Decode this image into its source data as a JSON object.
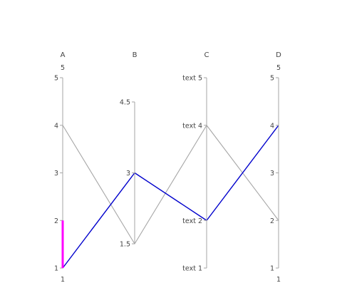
{
  "chart_data": {
    "type": "parallel_coordinates",
    "dimensions": [
      {
        "label": "A",
        "range": [
          1,
          5
        ],
        "range_labels": [
          "5",
          "1"
        ],
        "ticks": [
          {
            "v": 5,
            "t": "5"
          },
          {
            "v": 4,
            "t": "4"
          },
          {
            "v": 3,
            "t": "3"
          },
          {
            "v": 2,
            "t": "2"
          },
          {
            "v": 1,
            "t": "1"
          }
        ],
        "constraint_range": [
          1,
          2
        ]
      },
      {
        "label": "B",
        "range": [
          1.5,
          4.5
        ],
        "range_labels": [],
        "ticks": [
          {
            "v": 4.5,
            "t": "4.5"
          },
          {
            "v": 3,
            "t": "3"
          },
          {
            "v": 1.5,
            "t": "1.5"
          }
        ]
      },
      {
        "label": "C",
        "range": [
          1,
          5
        ],
        "range_labels": [],
        "ticks": [
          {
            "v": 5,
            "t": "text 5"
          },
          {
            "v": 4,
            "t": "text 4"
          },
          {
            "v": 2,
            "t": "text 2"
          },
          {
            "v": 1,
            "t": "text 1"
          }
        ]
      },
      {
        "label": "D",
        "range": [
          1,
          5
        ],
        "range_labels": [
          "5",
          "1"
        ],
        "ticks": [
          {
            "v": 5,
            "t": "5"
          },
          {
            "v": 4,
            "t": "4"
          },
          {
            "v": 3,
            "t": "3"
          },
          {
            "v": 2,
            "t": "2"
          },
          {
            "v": 1,
            "t": "1"
          }
        ]
      }
    ],
    "lines": [
      {
        "values": [
          4,
          1.5,
          4,
          2
        ],
        "color": "#a6a6a6",
        "selected": false
      },
      {
        "values": [
          1,
          3,
          2,
          4
        ],
        "color": "#0000cc",
        "selected": true
      }
    ],
    "constraint_color": "#ff00ff",
    "axis_color": "#a6a6a6"
  }
}
